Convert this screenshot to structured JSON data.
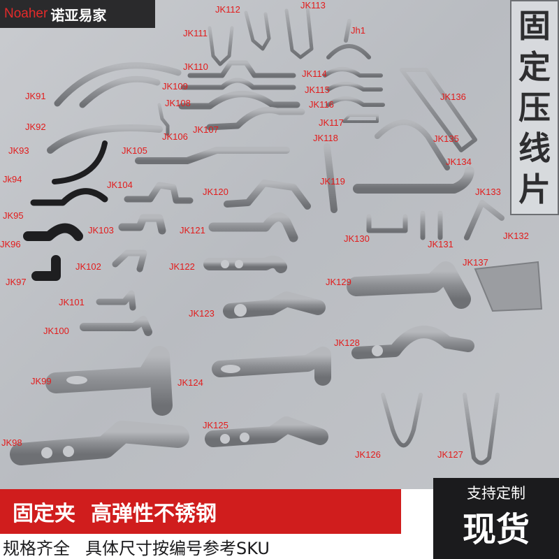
{
  "brand": {
    "latin": "Noaher",
    "chinese": "诺亚易家"
  },
  "vertical_title": [
    "固",
    "定",
    "压",
    "线",
    "片"
  ],
  "labels": {
    "JK112": "JK112",
    "JK113": "JK113",
    "JK111": "JK111",
    "Jh1": "Jh1",
    "JK110": "JK110",
    "JK114": "JK114",
    "JK91": "JK91",
    "JK109": "JK109",
    "JK115": "JK115",
    "JK136": "JK136",
    "JK108": "JK108",
    "JK116": "JK116",
    "JK92": "JK92",
    "JK107": "JK107",
    "JK117": "JK117",
    "JK106": "JK106",
    "JK118": "JK118",
    "JK135": "JK135",
    "JK93": "JK93",
    "JK105": "JK105",
    "JK134": "JK134",
    "Jk94": "Jk94",
    "JK119": "JK119",
    "JK104": "JK104",
    "JK120": "JK120",
    "JK133": "JK133",
    "JK95": "JK95",
    "JK103": "JK103",
    "JK121": "JK121",
    "JK130": "JK130",
    "JK132": "JK132",
    "JK96": "JK96",
    "JK131": "JK131",
    "JK137": "JK137",
    "JK102": "JK102",
    "JK122": "JK122",
    "JK97": "JK97",
    "JK129": "JK129",
    "JK101": "JK101",
    "JK123": "JK123",
    "JK100": "JK100",
    "JK128": "JK128",
    "JK99": "JK99",
    "JK124": "JK124",
    "JK98": "JK98",
    "JK125": "JK125",
    "JK126": "JK126",
    "JK127": "JK127"
  },
  "banner": {
    "left": "固定夹",
    "right": "高弹性不锈钢"
  },
  "badge": {
    "top": "支持定制",
    "main": "现货"
  },
  "footer": {
    "left": "规格齐全",
    "right": "具体尺寸按编号参考SKU"
  },
  "colors": {
    "accent_red": "#d01d1d",
    "label_red": "#e21b1b",
    "dark": "#1b1b1d",
    "steel": "#8e9094",
    "black_parts": "#1e1e20"
  }
}
